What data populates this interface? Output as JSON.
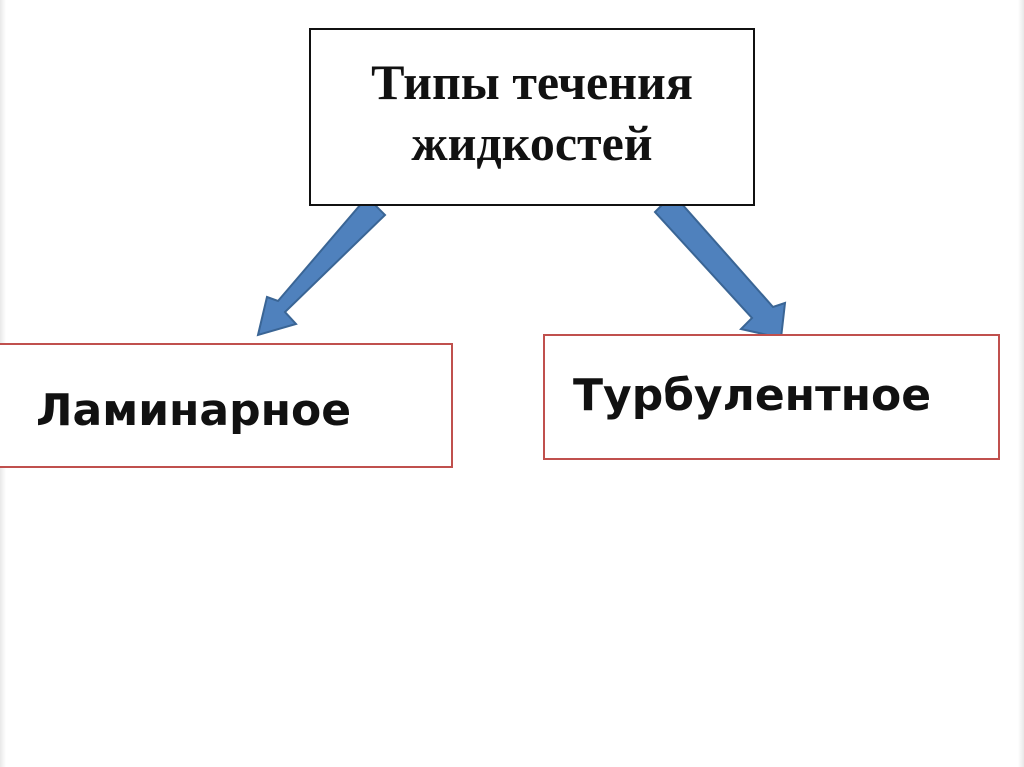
{
  "diagram": {
    "root": {
      "label": "Типы течения\nжидкостей"
    },
    "children": [
      {
        "label": "Ламинарное"
      },
      {
        "label": "Турбулентное"
      }
    ]
  },
  "colors": {
    "background": "#ffffff",
    "root_border": "#111111",
    "child_border": "#c0504d",
    "arrow_fill": "#4f81bd",
    "arrow_stroke": "#3a6595",
    "text": "#111111"
  },
  "icons": {
    "arrows": [
      "arrow-down-left-icon",
      "arrow-down-right-icon"
    ]
  }
}
